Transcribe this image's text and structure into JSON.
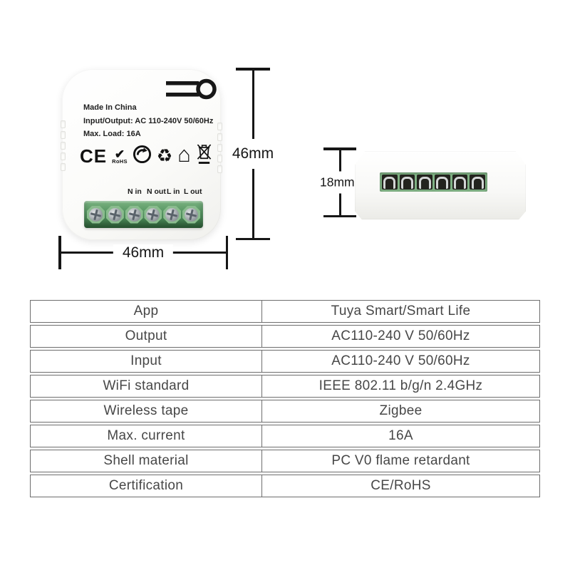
{
  "front_view": {
    "made_in": "Made In China",
    "io_line": "Input/Output: AC 110-240V 50/60Hz",
    "max_load": "Max. Load: 16A",
    "ce_label": "CE",
    "rohs_check": "✔",
    "rohs_label": "RoHS",
    "recycle_glyph": "♻",
    "house_glyph": "⌂",
    "terminal_labels": [
      "N in",
      "N out",
      "L in",
      "L out"
    ]
  },
  "dimensions": {
    "front_height": "46mm",
    "front_width": "46mm",
    "side_height": "18mm"
  },
  "spec_table": {
    "rows": [
      {
        "label": "App",
        "value": "Tuya Smart/Smart Life"
      },
      {
        "label": "Output",
        "value": "AC110-240 V 50/60Hz"
      },
      {
        "label": "Input",
        "value": "AC110-240 V 50/60Hz"
      },
      {
        "label": "WiFi standard",
        "value": "IEEE 802.11 b/g/n 2.4GHz"
      },
      {
        "label": "Wireless tape",
        "value": "Zigbee"
      },
      {
        "label": "Max. current",
        "value": "16A"
      },
      {
        "label": "Shell material",
        "value": "PC V0 flame retardant"
      },
      {
        "label": "Certification",
        "value": "CE/RoHS"
      }
    ]
  },
  "colors": {
    "terminal_green": "#5b9b63",
    "device_white": "#fbfbf9",
    "table_border": "#6e6e6e",
    "table_text": "#474747",
    "dimension_black": "#161616"
  }
}
